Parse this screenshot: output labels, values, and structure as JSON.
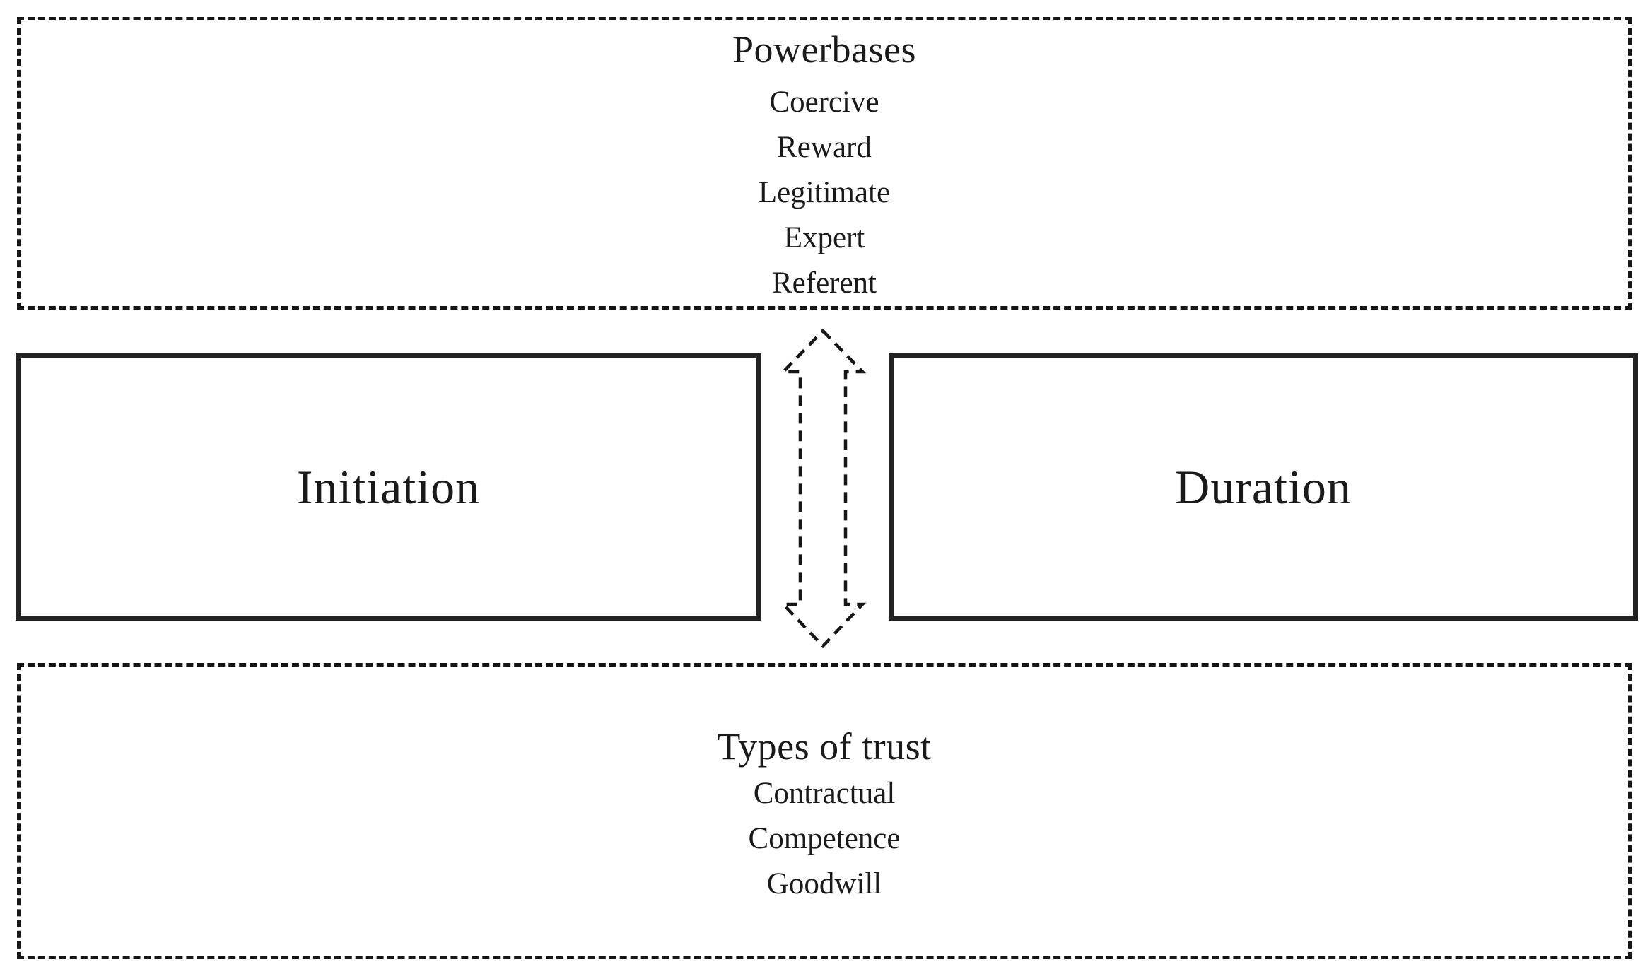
{
  "colors": {
    "ink": "#1a1a1a",
    "line": "#161616",
    "bg": "#ffffff"
  },
  "top_box": {
    "title": "Powerbases",
    "items": [
      "Coercive",
      "Reward",
      "Legitimate",
      "Expert",
      "Referent"
    ]
  },
  "left_box": {
    "label": "Initiation"
  },
  "right_box": {
    "label": "Duration"
  },
  "bottom_box": {
    "title": "Types of trust",
    "items": [
      "Contractual",
      "Competence",
      "Goodwill"
    ]
  },
  "arrow": {
    "icon": "double-headed-dashed-arrow"
  }
}
